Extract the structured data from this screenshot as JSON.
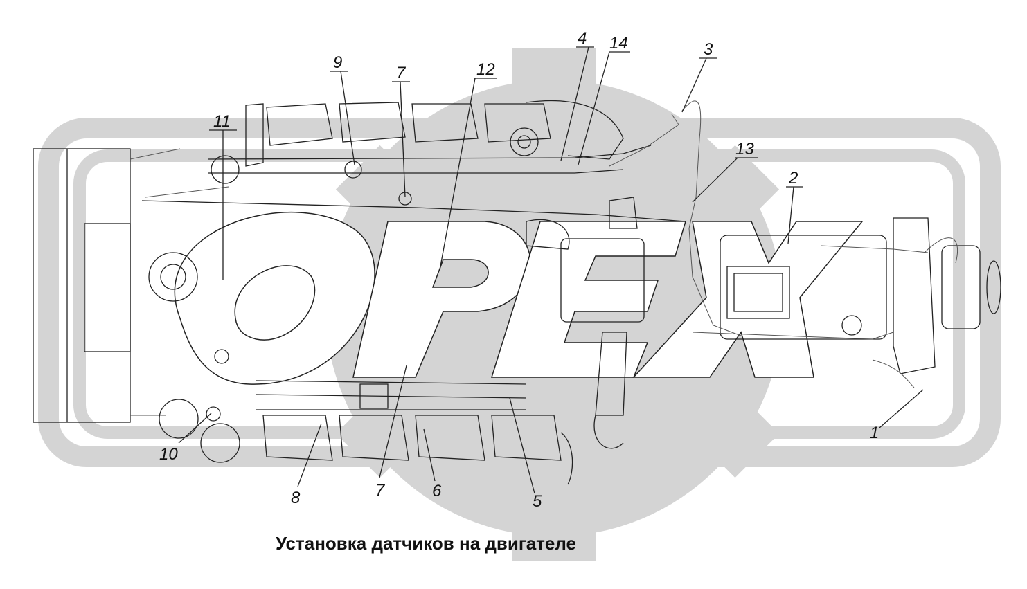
{
  "caption": "Установка датчиков на двигателе",
  "watermark": {
    "text": "OPEX",
    "color": "#d4d4d4"
  },
  "callouts": [
    {
      "id": "1",
      "label": "1"
    },
    {
      "id": "2",
      "label": "2"
    },
    {
      "id": "3",
      "label": "3"
    },
    {
      "id": "4",
      "label": "4"
    },
    {
      "id": "5",
      "label": "5"
    },
    {
      "id": "6",
      "label": "6"
    },
    {
      "id": "7a",
      "label": "7"
    },
    {
      "id": "7b",
      "label": "7"
    },
    {
      "id": "8",
      "label": "8"
    },
    {
      "id": "9",
      "label": "9"
    },
    {
      "id": "10",
      "label": "10"
    },
    {
      "id": "11",
      "label": "11"
    },
    {
      "id": "12",
      "label": "12"
    },
    {
      "id": "13",
      "label": "13"
    },
    {
      "id": "14",
      "label": "14"
    }
  ]
}
